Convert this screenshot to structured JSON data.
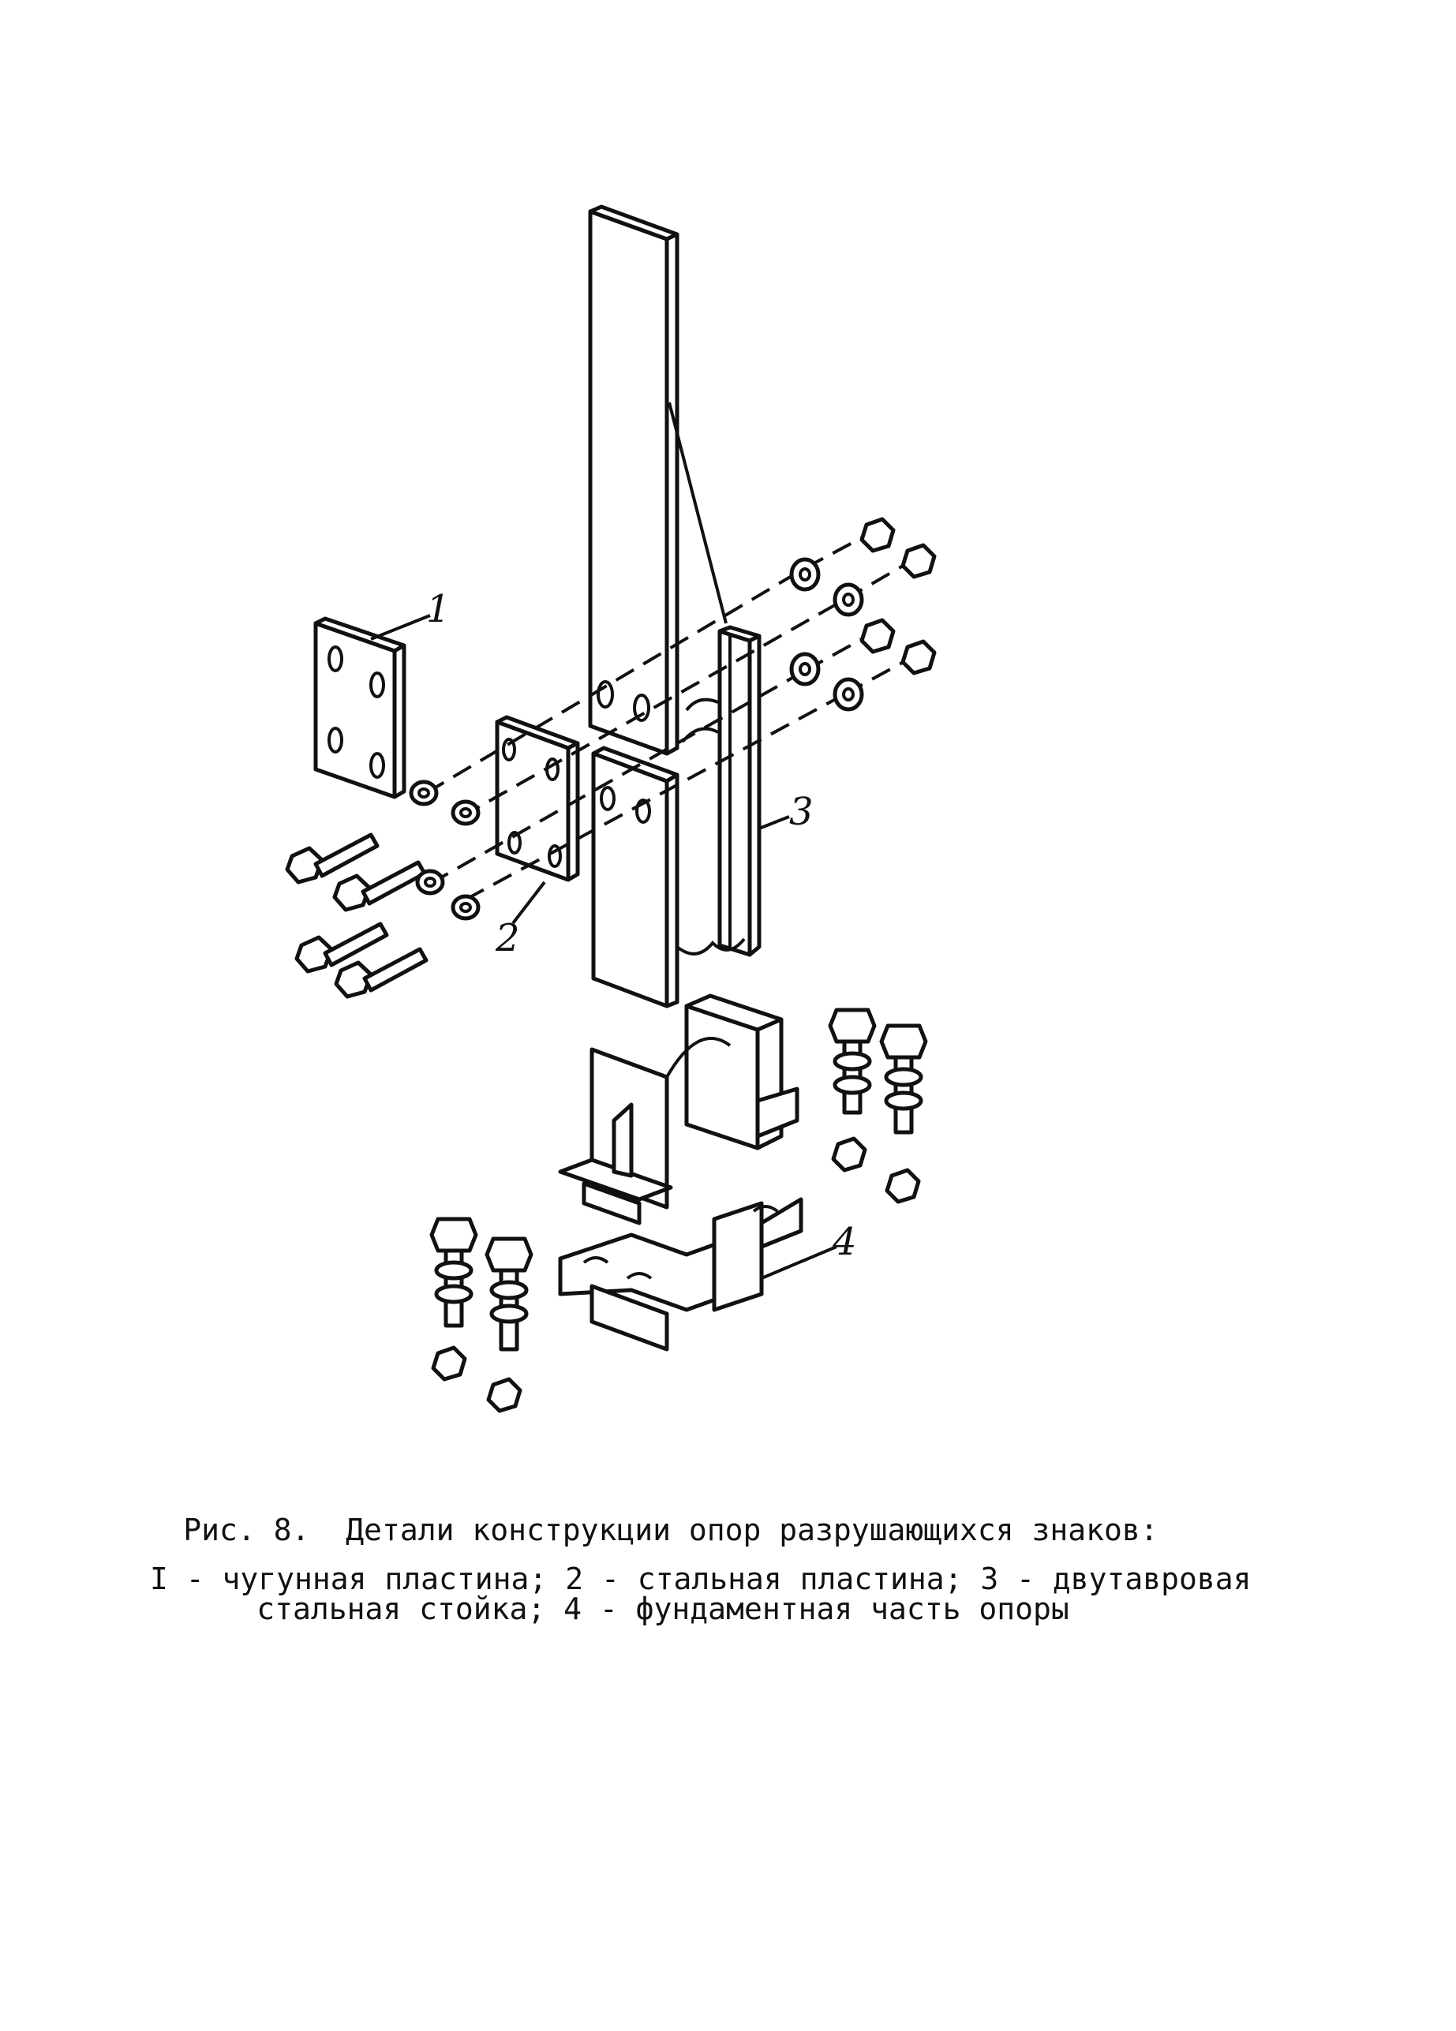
{
  "figure": {
    "part_labels": [
      "1",
      "2",
      "3",
      "4"
    ]
  },
  "caption": {
    "title": "Рис. 8.  Детали конструкции опор разрушающихся знаков:",
    "line1": "I - чугунная пластина; 2 - стальная пластина; 3 - двутавровая",
    "line2": "стальная стойка; 4 - фундаментная часть опоры"
  }
}
